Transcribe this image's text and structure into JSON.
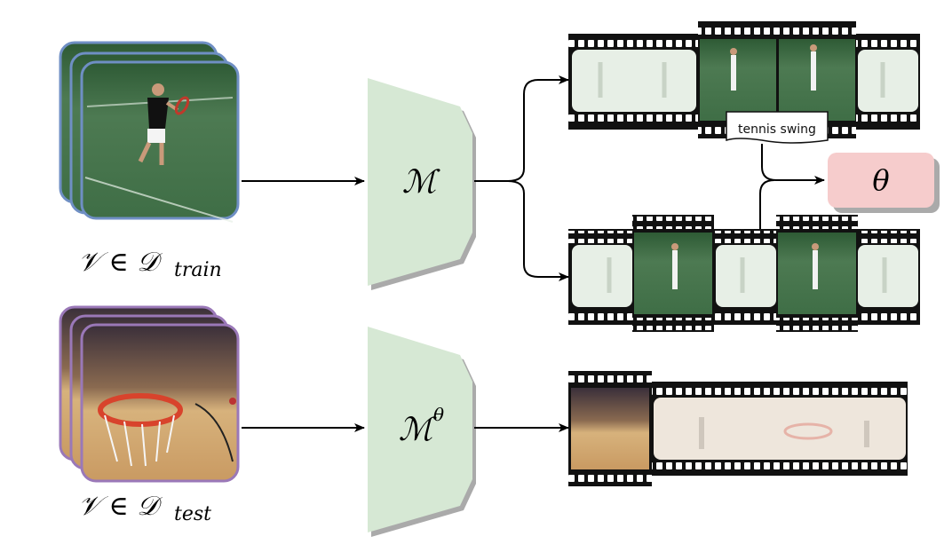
{
  "labels": {
    "train_set": "𝒱 ∈ 𝒟",
    "train_sub": "train",
    "test_set": "𝒱 ∈ 𝒟",
    "test_sub": "test",
    "model": "ℳ",
    "model_adapted": "ℳ",
    "model_adapted_sup": "θ",
    "param": "θ",
    "caption": "tennis swing"
  },
  "colors": {
    "train_stack_border": "#6f8fc4",
    "test_stack_border": "#9a78b8",
    "model_fill": "#d6e8d4",
    "theta_fill": "#f6cccc",
    "film": "#111111"
  },
  "icons": [
    "arrow-icon",
    "film-strip-icon"
  ]
}
